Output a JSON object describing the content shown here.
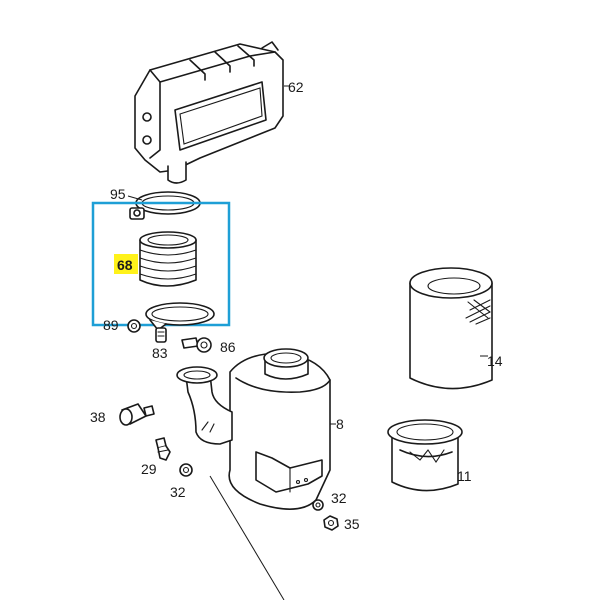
{
  "highlight": {
    "color": "#1e9fd6",
    "label_bg": "#fff21a"
  },
  "parts": {
    "p62": "62",
    "p95": "95",
    "p68": "68",
    "p89": "89",
    "p83": "83",
    "p86": "86",
    "p14": "14",
    "p38": "38",
    "p8": "8",
    "p29": "29",
    "p32a": "32",
    "p11": "11",
    "p32b": "32",
    "p35": "35"
  }
}
